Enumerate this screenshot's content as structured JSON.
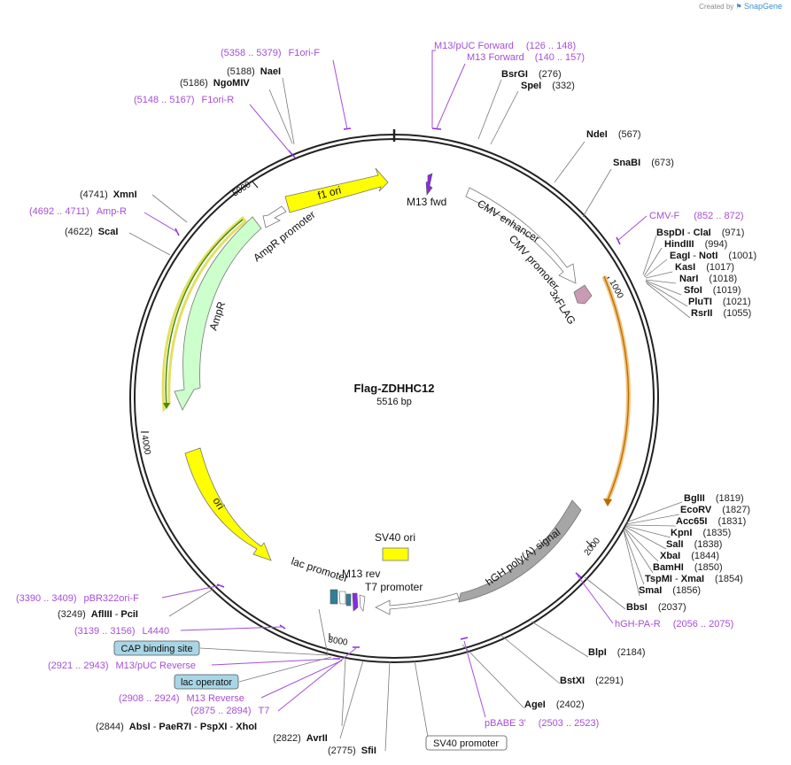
{
  "credit": {
    "prefix": "Created by",
    "brand": "SnapGene"
  },
  "plasmid": {
    "name": "Flag-ZDHHC12",
    "length_label": "5516 bp",
    "length": 5516
  },
  "ticks": [
    {
      "bp": 1000,
      "label": "1000"
    },
    {
      "bp": 2000,
      "label": "2000"
    },
    {
      "bp": 3000,
      "label": "3000"
    },
    {
      "bp": 4000,
      "label": "4000"
    },
    {
      "bp": 5000,
      "label": "5000"
    }
  ],
  "features": [
    {
      "label": "f1 ori",
      "color": "#ffff00"
    },
    {
      "label": "AmpR promoter",
      "color": "#ffffff"
    },
    {
      "label": "AmpR",
      "color": "#ccffcc"
    },
    {
      "label": "ori",
      "color": "#ffff00"
    },
    {
      "label": "CMV enhancer",
      "color": "#ffffff"
    },
    {
      "label": "CMV promoter",
      "color": "#ffffff"
    },
    {
      "label": "3xFLAG",
      "color": "#cc99b2"
    },
    {
      "label": "hGH poly(A) signal",
      "color": "#a6a6a6"
    },
    {
      "label": "SV40 promoter",
      "color": "#ffffff"
    },
    {
      "label": "SV40 ori",
      "color": "#ffff00"
    },
    {
      "label": "M13 fwd",
      "color": "#8a2be2"
    },
    {
      "label": "lac promoter",
      "color": "#ffffff"
    },
    {
      "label": "M13 rev",
      "color": "#8a2be2"
    },
    {
      "label": "T7 promoter",
      "color": "#ffffff"
    }
  ],
  "enzymes": [
    {
      "name": "NaeI",
      "pos": "(5188)"
    },
    {
      "name": "NgoMIV",
      "pos": "(5186)"
    },
    {
      "name": "XmnI",
      "pos": "(4741)"
    },
    {
      "name": "ScaI",
      "pos": "(4622)"
    },
    {
      "name": "BsrGI",
      "pos": "(276)"
    },
    {
      "name": "SpeI",
      "pos": "(332)"
    },
    {
      "name": "NdeI",
      "pos": "(567)"
    },
    {
      "name": "SnaBI",
      "pos": "(673)"
    },
    {
      "name": "BspDI",
      "sep": " - ",
      "name2": "ClaI",
      "pos": "(971)"
    },
    {
      "name": "HindIII",
      "pos": "(994)"
    },
    {
      "name": "EagI",
      "sep": " - ",
      "name2": "NotI",
      "pos": "(1001)"
    },
    {
      "name": "KasI",
      "pos": "(1017)"
    },
    {
      "name": "NarI",
      "pos": "(1018)"
    },
    {
      "name": "SfoI",
      "pos": "(1019)"
    },
    {
      "name": "PluTI",
      "pos": "(1021)"
    },
    {
      "name": "RsrII",
      "pos": "(1055)"
    },
    {
      "name": "BglII",
      "pos": "(1819)"
    },
    {
      "name": "EcoRV",
      "pos": "(1827)"
    },
    {
      "name": "Acc65I",
      "pos": "(1831)"
    },
    {
      "name": "KpnI",
      "pos": "(1835)"
    },
    {
      "name": "SalI",
      "pos": "(1838)"
    },
    {
      "name": "XbaI",
      "pos": "(1844)"
    },
    {
      "name": "BamHI",
      "pos": "(1850)"
    },
    {
      "name": "TspMI",
      "sep": " - ",
      "name2": "XmaI",
      "pos": "(1854)"
    },
    {
      "name": "SmaI",
      "pos": "(1856)"
    },
    {
      "name": "BbsI",
      "pos": "(2037)"
    },
    {
      "name": "BlpI",
      "pos": "(2184)"
    },
    {
      "name": "BstXI",
      "pos": "(2291)"
    },
    {
      "name": "AgeI",
      "pos": "(2402)"
    },
    {
      "name": "AflIII",
      "sep": " - ",
      "name2": "PciI",
      "pos": "(3249)"
    },
    {
      "name": "AbsI",
      "sep": " - ",
      "name2": "PaeR7I",
      "sep2": " - ",
      "name3": "PspXI",
      "sep3": " - ",
      "name4": "XhoI",
      "pos": "(2844)"
    },
    {
      "name": "AvrII",
      "pos": "(2822)"
    },
    {
      "name": "SfiI",
      "pos": "(2775)"
    }
  ],
  "primers": [
    {
      "range": "(5358 .. 5379)",
      "name": "F1ori-F"
    },
    {
      "range": "(5148 .. 5167)",
      "name": "F1ori-R"
    },
    {
      "range": "(4692 .. 4711)",
      "name": "Amp-R"
    },
    {
      "name": "M13/pUC Forward",
      "range": "(126 .. 148)"
    },
    {
      "name": "M13 Forward",
      "range": "(140 .. 157)"
    },
    {
      "name": "CMV-F",
      "range": "(852 .. 872)"
    },
    {
      "name": "hGH-PA-R",
      "range": "(2056 .. 2075)"
    },
    {
      "name": "pBABE 3'",
      "range": "(2503 .. 2523)"
    },
    {
      "range": "(3390 .. 3409)",
      "name": "pBR322ori-F"
    },
    {
      "range": "(3139 .. 3156)",
      "name": "L4440"
    },
    {
      "range": "(2921 .. 2943)",
      "name": "M13/pUC Reverse"
    },
    {
      "range": "(2908 .. 2924)",
      "name": "M13 Reverse"
    },
    {
      "range": "(2875 .. 2894)",
      "name": "T7"
    }
  ],
  "boxed_labels": [
    {
      "label": "CAP binding site",
      "color": "#a8d6e6"
    },
    {
      "label": "lac operator",
      "color": "#a8d6e6"
    },
    {
      "label": "SV40 promoter",
      "color": "#ffffff"
    }
  ]
}
